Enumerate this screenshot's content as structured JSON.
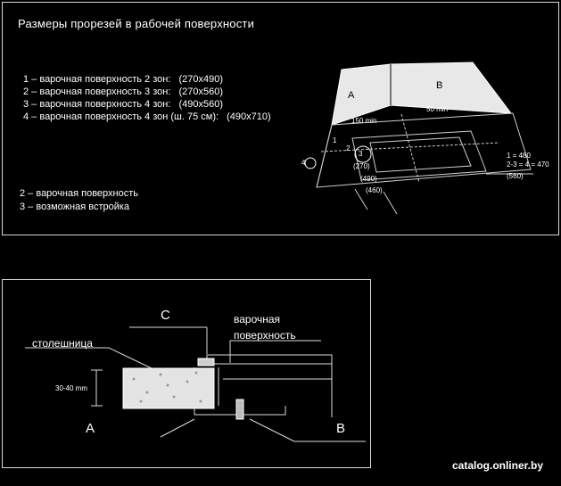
{
  "title": "Размеры прорезей в рабочей поверхности",
  "dimensions": [
    {
      "line": "1 – варочная поверхность 2 зон:",
      "value": "(270x490)"
    },
    {
      "line": "2 – варочная поверхность 3 зон:",
      "value": "(270x560)"
    },
    {
      "line": "3 – варочная поверхность 4 зон:",
      "value": "(490x560)"
    },
    {
      "line": "4 – варочная поверхность 4 зон (ш. 75 см):",
      "value": "(490x710)"
    }
  ],
  "hob_types": [
    "2 – варочная поверхность",
    "3 – возможная встройка"
  ],
  "iso": {
    "label_a": "A",
    "label_b": "B",
    "dim_left": "150 min",
    "dim_right": "50 min",
    "note_1": "1 = 480",
    "note_2": "2-3 = 4 = 470",
    "note_3": "(560)",
    "marks": [
      "1",
      "2",
      "3",
      "4",
      "(270)",
      "(490)",
      "(460)"
    ]
  },
  "cross_section": {
    "label_c": "C",
    "label_a": "A",
    "label_b": "B",
    "countertop": "столешница",
    "hob_line1": "варочная",
    "hob_line2": "поверхность",
    "thickness": "30-40 mm"
  },
  "watermark": "catalog.onliner.by"
}
